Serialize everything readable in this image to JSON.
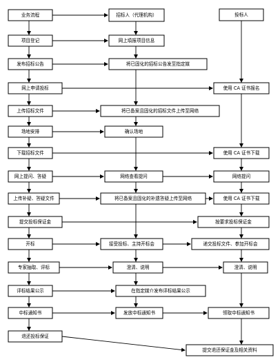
{
  "diagram": {
    "nodes": [
      {
        "id": "n_flow",
        "text": "业务流程"
      },
      {
        "id": "n_agent",
        "text": "招标人（代理机构）"
      },
      {
        "id": "n_bidder",
        "text": "投标人"
      },
      {
        "id": "n_reg",
        "text": "项目登记"
      },
      {
        "id": "n_online_reg",
        "text": "网上填报项目信息"
      },
      {
        "id": "n_publish",
        "text": "发布招标公告"
      },
      {
        "id": "n_publish_media",
        "text": "将已固化的招标公告发至指定媒"
      },
      {
        "id": "n_apply",
        "text": "网上申请投标"
      },
      {
        "id": "n_ca_apply",
        "text": "使用 CA 证书报名"
      },
      {
        "id": "n_upload",
        "text": "上传招标文件"
      },
      {
        "id": "n_upload_net",
        "text": "将已备案且固化的招标文件上传至网络"
      },
      {
        "id": "n_site",
        "text": "场地安排"
      },
      {
        "id": "n_confirm",
        "text": "确认场地"
      },
      {
        "id": "n_download",
        "text": "下载招标文件"
      },
      {
        "id": "n_ca_download",
        "text": "使用 CA 证书下载"
      },
      {
        "id": "n_qa",
        "text": "网上提问、答疑"
      },
      {
        "id": "n_qa_agent",
        "text": "网络查看提问"
      },
      {
        "id": "n_qa_bidder",
        "text": "网络提问"
      },
      {
        "id": "n_supp",
        "text": "上传补疑、答疑文件"
      },
      {
        "id": "n_supp_net",
        "text": "将已备案且固化的补遗答疑上传至网络"
      },
      {
        "id": "n_ca_download2",
        "text": "使用 CA 证书下载"
      },
      {
        "id": "n_deposit",
        "text": "提交投标保证金"
      },
      {
        "id": "n_deposit_pay",
        "text": "按要求投标保证金"
      },
      {
        "id": "n_open",
        "text": "开标"
      },
      {
        "id": "n_open_agent",
        "text": "接受投标、主持开标会"
      },
      {
        "id": "n_open_bidder",
        "text": "递交投标文件、参加开标会"
      },
      {
        "id": "n_eval",
        "text": "专家抽取、评标"
      },
      {
        "id": "n_clarify_agent",
        "text": "澄清、说明"
      },
      {
        "id": "n_clarify_bidder",
        "text": "澄清、说明"
      },
      {
        "id": "n_result",
        "text": "评标结果公示"
      },
      {
        "id": "n_result_media",
        "text": "在指定媒介发布评标结果公示"
      },
      {
        "id": "n_notice",
        "text": "中标通知书"
      },
      {
        "id": "n_notice_issue",
        "text": "发放中标通知书"
      },
      {
        "id": "n_notice_get",
        "text": "领取中标通知书"
      },
      {
        "id": "n_refund",
        "text": "退还投标保证"
      },
      {
        "id": "n_refund_docs",
        "text": "提交退还保证金及相关资料"
      }
    ]
  }
}
